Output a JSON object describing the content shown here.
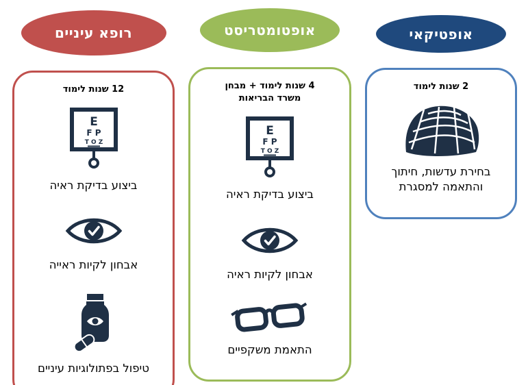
{
  "page": {
    "background": "#ffffff",
    "icon_color": "#1F3045"
  },
  "columns": [
    {
      "role": "optician",
      "header": "אופטיקאי",
      "header_color": "#1F497D",
      "border_color": "#4F81BD",
      "study": "2 שנות לימוד",
      "items": [
        {
          "icon": "lens-grid-icon",
          "label": "בחירת עדשות, חיתוך והתאמה למסגרת"
        }
      ]
    },
    {
      "role": "optometrist",
      "header": "אופטומטריסט",
      "header_color": "#9BBB59",
      "border_color": "#9BBB59",
      "study": "4 שנות לימוד + מבחן משרד הבריאות",
      "items": [
        {
          "icon": "eye-chart-icon",
          "label": "ביצוע בדיקת ראיה"
        },
        {
          "icon": "eye-check-icon",
          "label": "אבחון לקיות ראיה"
        },
        {
          "icon": "glasses-icon",
          "label": "התאמת משקפיים"
        }
      ]
    },
    {
      "role": "ophthalmologist",
      "header": "רופא עיניים",
      "header_color": "#C0504D",
      "border_color": "#C0504D",
      "study": "12 שנות לימוד",
      "items": [
        {
          "icon": "eye-chart-icon",
          "label": "ביצוע בדיקת ראיה"
        },
        {
          "icon": "eye-check-icon",
          "label": "אבחון לקיות ראייה"
        },
        {
          "icon": "medicine-bottle-icon",
          "label": "טיפול בפתולוגיות עיניים"
        }
      ]
    }
  ],
  "icons": {
    "eye_chart": {
      "row1": "E",
      "row2": "F P",
      "row3": "T O Z"
    }
  }
}
